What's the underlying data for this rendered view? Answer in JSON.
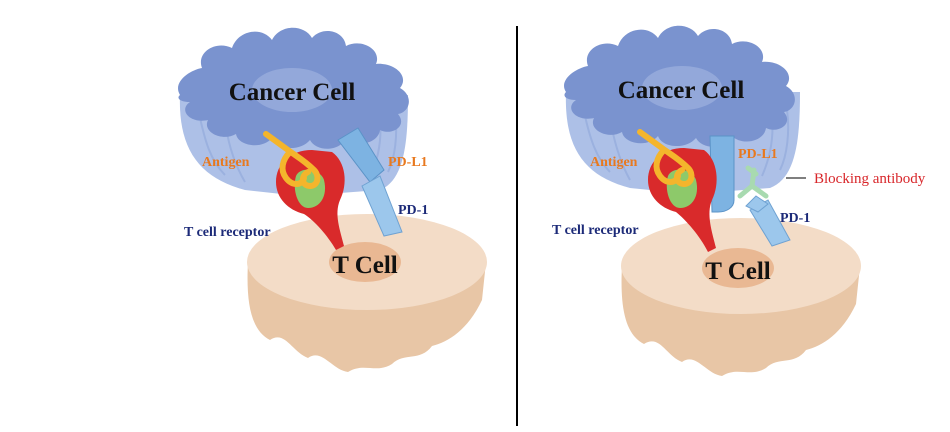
{
  "colors": {
    "cancer_cell_top": "#7a93cf",
    "cancer_cell_body": "#a9bde6",
    "t_cell": "#f3dcc7",
    "t_cell_shadow": "#e8c6a6",
    "nucleus": "#e9b893",
    "tcr_red": "#d92a2b",
    "antigen_yellow": "#f4b52c",
    "mhc_green": "#8dc96a",
    "pd_blue": "#7db3e2",
    "antibody_green": "#a8dab0",
    "label_orange": "#e8791f",
    "label_navy": "#1c2a78",
    "label_red": "#d8262a",
    "divider": "#000000"
  },
  "panels": [
    {
      "cancer_cell_label": "Cancer Cell",
      "t_cell_label": "T Cell",
      "antigen_label": "Antigen",
      "pd_l1_label": "PD-L1",
      "pd_1_label": "PD-1",
      "tcr_label": "T cell receptor"
    },
    {
      "cancer_cell_label": "Cancer Cell",
      "t_cell_label": "T Cell",
      "antigen_label": "Antigen",
      "pd_l1_label": "PD-L1",
      "pd_1_label": "PD-1",
      "tcr_label": "T cell receptor",
      "antibody_label": "Blocking antibody"
    }
  ]
}
